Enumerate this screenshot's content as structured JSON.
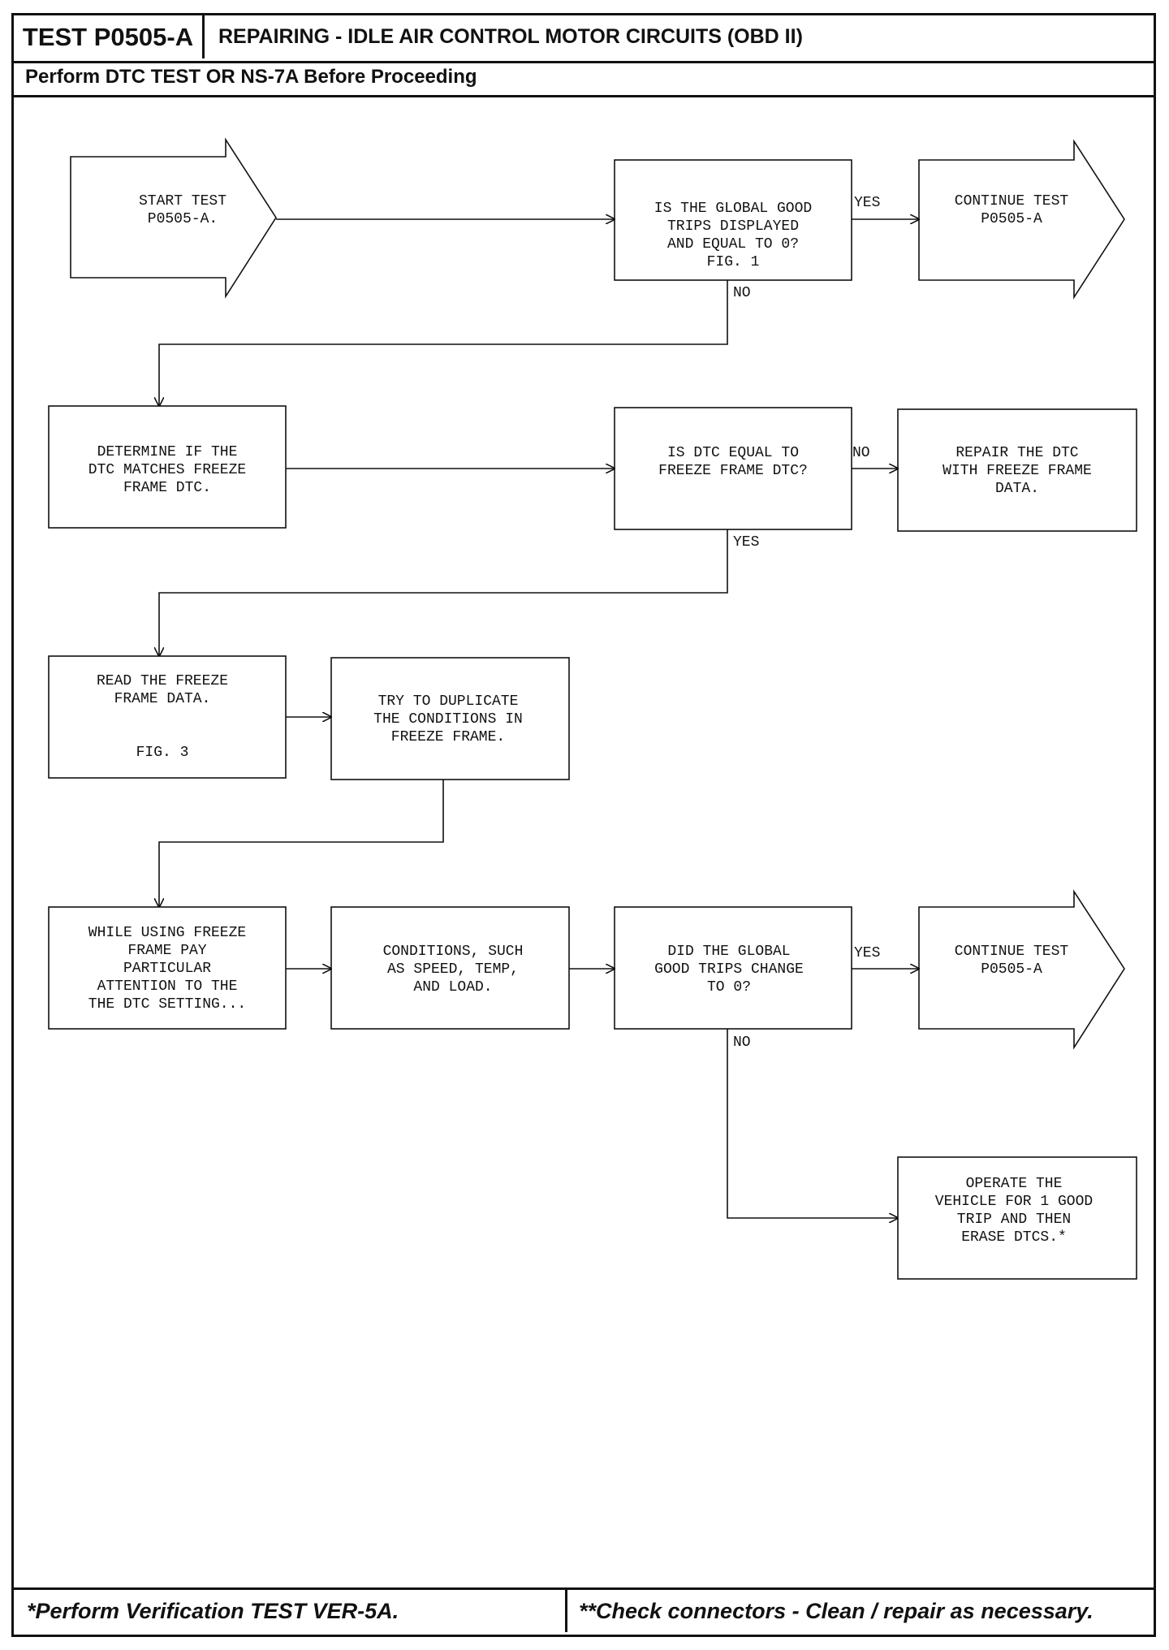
{
  "header": {
    "test_id": "TEST P0505-A",
    "title": "REPAIRING - IDLE AIR CONTROL MOTOR CIRCUITS (OBD II)",
    "subtitle": "Perform DTC TEST OR NS-7A Before Proceeding"
  },
  "footer": {
    "left": "*Perform Verification TEST VER-5A.",
    "right": "**Check connectors - Clean / repair as necessary."
  },
  "nodes": {
    "start": {
      "lines": [
        "START TEST",
        "P0505-A."
      ]
    },
    "q_global_trips": {
      "lines": [
        "IS THE GLOBAL GOOD",
        "TRIPS DISPLAYED",
        "AND EQUAL TO 0?",
        "FIG. 1"
      ]
    },
    "continue_1": {
      "lines": [
        "CONTINUE TEST",
        "P0505-A"
      ]
    },
    "determine_dtc": {
      "lines": [
        "DETERMINE IF THE",
        "DTC MATCHES FREEZE",
        "FRAME DTC."
      ]
    },
    "q_dtc_equal": {
      "lines": [
        "IS DTC EQUAL TO",
        "FREEZE FRAME DTC?"
      ]
    },
    "repair_dtc": {
      "lines": [
        "REPAIR THE DTC",
        "WITH FREEZE FRAME",
        "DATA."
      ]
    },
    "read_freeze": {
      "lines": [
        "READ THE FREEZE",
        "FRAME DATA.",
        "",
        "",
        "FIG. 3"
      ]
    },
    "try_duplicate": {
      "lines": [
        "TRY TO DUPLICATE",
        "THE CONDITIONS IN",
        "FREEZE FRAME."
      ]
    },
    "while_using": {
      "lines": [
        "WHILE USING FREEZE",
        "FRAME PAY",
        "PARTICULAR",
        "ATTENTION TO THE",
        "THE DTC SETTING..."
      ]
    },
    "conditions": {
      "lines": [
        "CONDITIONS, SUCH",
        "AS SPEED, TEMP,",
        "AND LOAD."
      ]
    },
    "q_trips_change": {
      "lines": [
        "DID THE GLOBAL",
        "GOOD TRIPS CHANGE",
        "TO 0?"
      ]
    },
    "continue_2": {
      "lines": [
        "CONTINUE TEST",
        "P0505-A"
      ]
    },
    "operate_vehicle": {
      "lines": [
        "OPERATE THE",
        "VEHICLE FOR 1 GOOD",
        "TRIP AND THEN",
        "ERASE DTCS.*"
      ]
    }
  },
  "edge_labels": {
    "yes_1": "YES",
    "no_1": "NO",
    "no_2": "NO",
    "yes_2": "YES",
    "yes_3": "YES",
    "no_3": "NO"
  }
}
